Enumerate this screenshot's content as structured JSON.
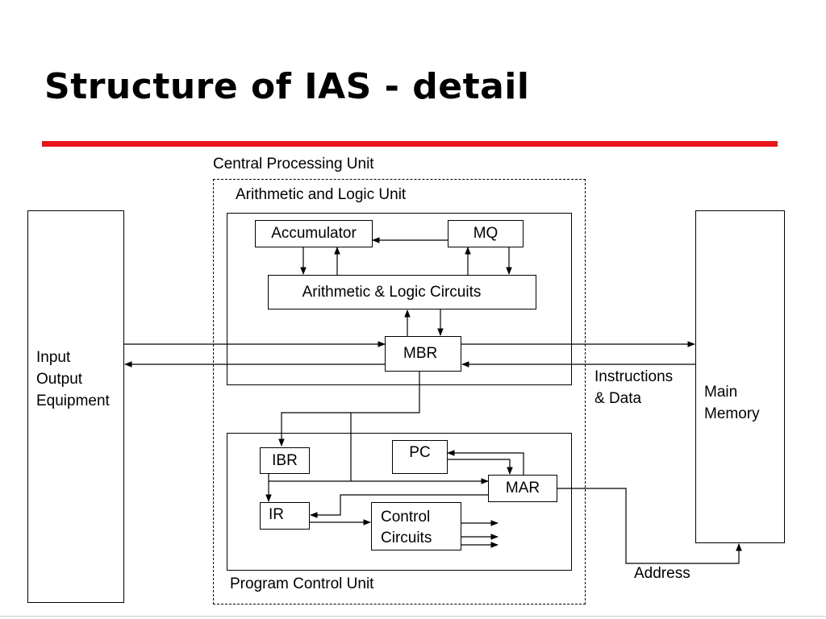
{
  "slide": {
    "title": "Structure of IAS - detail",
    "accent_color": "#e8141b"
  },
  "diagram": {
    "cpu_label": "Central Processing Unit",
    "alu_label": "Arithmetic and Logic Unit",
    "pcu_label": "Program Control Unit",
    "io_label": "Input\nOutput\nEquipment",
    "memory_label": "Main\nMemory",
    "instructions_label": "Instructions\n& Data",
    "address_label": "Address",
    "registers": {
      "accumulator": "Accumulator",
      "mq": "MQ",
      "alc": "Arithmetic & Logic Circuits",
      "mbr": "MBR",
      "ibr": "IBR",
      "pc": "PC",
      "mar": "MAR",
      "ir": "IR",
      "control": "Control\nCircuits"
    }
  }
}
